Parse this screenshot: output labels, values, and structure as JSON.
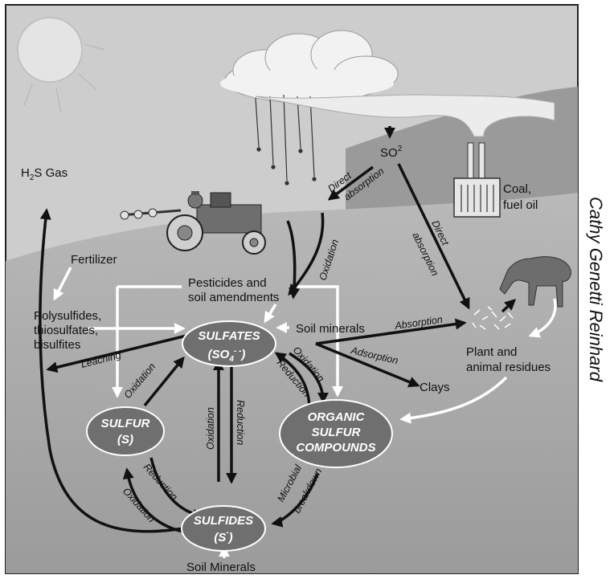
{
  "labels": {
    "so2": "SO",
    "so2_sup": "2",
    "coal": "Coal,",
    "fuel_oil": "fuel oil",
    "h2s_h": "H",
    "h2s_sub": "2",
    "h2s_rest": "S Gas",
    "fertilizer": "Fertilizer",
    "pesticides": "Pesticides and",
    "soil_amend": "soil amendments",
    "polysulfides": "Polysulfides,",
    "thiosulfates": "thiosulfates,",
    "bisulfites": "bisulfites",
    "soil_minerals_top": "Soil minerals",
    "plant_and": "Plant and",
    "animal_residues": "animal residues",
    "clays": "Clays",
    "soil_minerals_bottom": "Soil Minerals"
  },
  "nodes": {
    "sulfates": "SULFATES",
    "sulfates_formula_base": "(SO",
    "sulfates_formula_sub": "4",
    "sulfates_formula_sup": "- -",
    "sulfates_formula_end": ")",
    "sulfur": "SULFUR",
    "sulfur_sub": "(S)",
    "organic_1": "ORGANIC",
    "organic_2": "SULFUR",
    "organic_3": "COMPOUNDS",
    "sulfides": "SULFIDES",
    "sulfides_sub_base": "(S",
    "sulfides_sub_sup": "-",
    "sulfides_sub_end": ")"
  },
  "processes": {
    "direct1a": "Direct",
    "direct1b": "absorption",
    "direct2a": "Direct",
    "direct2b": "absorption",
    "oxidation_top": "Oxidation",
    "absorption": "Absorption",
    "adsorption": "Adsorption",
    "leaching": "Leaching",
    "oxidation_left": "Oxidation",
    "oxidation_right": "Oxidation",
    "reduction_right": "Reduction",
    "oxidation_mid": "Oxidation",
    "reduction_mid": "Reduction",
    "reduction_bl": "Reduction",
    "oxidation_bl": "Oxidation",
    "microbial": "Microbial",
    "breakdown": "breakdown"
  },
  "credit": "Cathy Genetti Reinhard",
  "colors": {
    "sky": "#cdcdcd",
    "hill": "#9a9a9a",
    "soil_top": "#b9b9b9",
    "soil_bottom": "#9d9d9d",
    "node_fill": "#6f6f6f",
    "arrow": "#111111",
    "white_arrow": "#ffffff"
  }
}
